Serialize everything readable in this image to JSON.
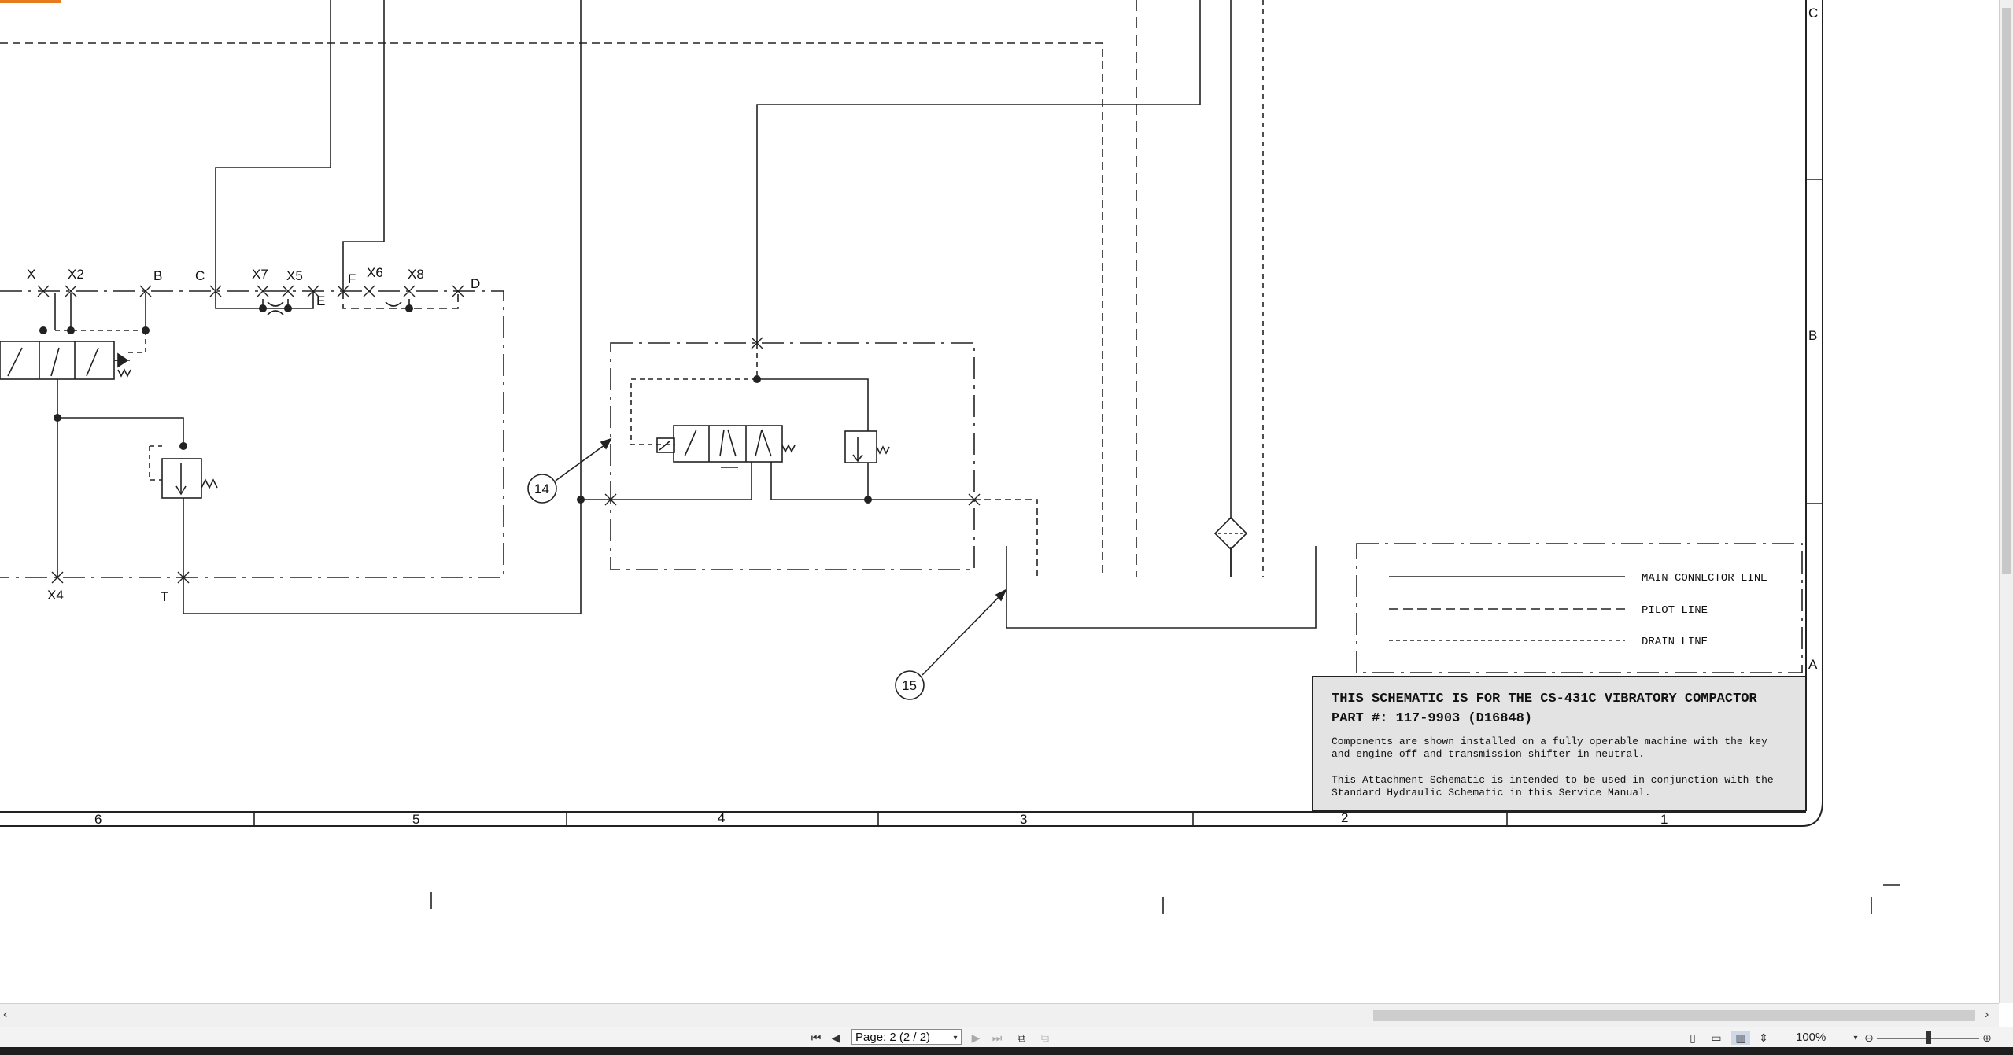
{
  "schematic": {
    "port_labels": [
      "X",
      "X2",
      "B",
      "C",
      "X7",
      "X5",
      "E",
      "F",
      "X6",
      "X8",
      "D",
      "X4",
      "T"
    ],
    "callouts": [
      "14",
      "15"
    ],
    "legend": {
      "main": "MAIN CONNECTOR LINE",
      "pilot": "PILOT LINE",
      "drain": "DRAIN LINE"
    },
    "title_block": {
      "line1": "THIS SCHEMATIC IS FOR THE CS-431C VIBRATORY COMPACTOR",
      "line2": "PART #: 117-9903 (D16848)",
      "note1a": "Components are shown installed on a fully operable machine with the key",
      "note1b": "and engine off and transmission shifter in neutral.",
      "note2a": "This Attachment Schematic is intended to be used in conjunction with the",
      "note2b": "Standard Hydraulic Schematic in this Service Manual."
    },
    "grid_columns": [
      "6",
      "5",
      "4",
      "3",
      "2",
      "1"
    ],
    "grid_rows": [
      "C",
      "B",
      "A"
    ]
  },
  "viewer": {
    "page_indicator": "Page: 2 (2 / 2)",
    "zoom": "100%",
    "icons": [
      "first-page-icon",
      "prev-page-icon",
      "next-page-icon",
      "last-page-icon",
      "single-page-icon",
      "continuous-icon",
      "facing-icon",
      "fit-icon",
      "zoom-out-icon",
      "zoom-in-icon"
    ]
  },
  "colors": {
    "accent": "#e87a1e",
    "line": "#222222",
    "titlebox": "#e3e3e3"
  }
}
